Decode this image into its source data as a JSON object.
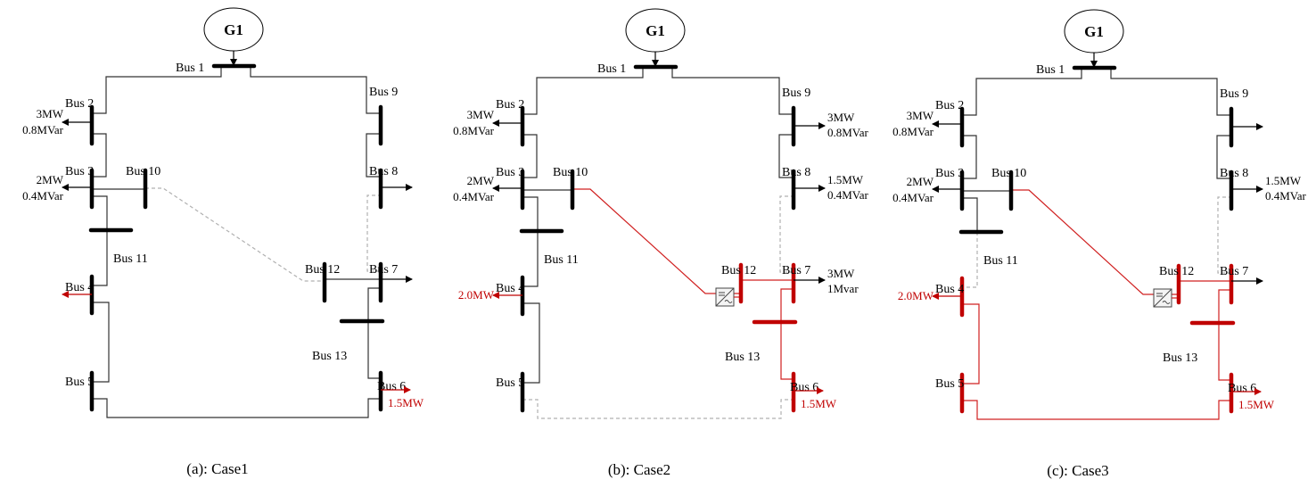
{
  "colors": {
    "normal": "#000000",
    "highlight": "#c00000",
    "dashed": "#b0b0b0",
    "line_normal": "#333333",
    "line_red": "#d02020"
  },
  "bus_labels": {
    "1": "Bus 1",
    "2": "Bus 2",
    "3": "Bus 3",
    "4": "Bus 4",
    "5": "Bus 5",
    "6": "Bus 6",
    "7": "Bus 7",
    "8": "Bus 8",
    "9": "Bus 9",
    "10": "Bus 10",
    "11": "Bus 11",
    "12": "Bus 12",
    "13": "Bus 13"
  },
  "cases": [
    {
      "caption": "(a):  Case1",
      "generator": "G1",
      "converter_at_bus12": false,
      "red_buses": [],
      "lines": {
        "1-2": "normal",
        "1-9": "normal",
        "2-3": "normal",
        "3-10": "normal",
        "3-11": "normal",
        "11-4": "normal",
        "4-5": "normal",
        "5-6": "normal",
        "6-13": "normal",
        "13-7": "normal",
        "12-7": "normal",
        "10-12": "dashed",
        "7-8": "dashed",
        "8-9": "normal"
      },
      "loads": [
        {
          "bus": "2",
          "lines": [
            "3MW",
            "0.8MVar"
          ],
          "red": false
        },
        {
          "bus": "3",
          "lines": [
            "2MW",
            "0.4MVar"
          ],
          "red": false
        },
        {
          "bus": "4",
          "lines": [],
          "red": true
        },
        {
          "bus": "6",
          "lines": [
            "1.5MW"
          ],
          "red": true
        },
        {
          "bus": "7",
          "lines": [],
          "red": false
        },
        {
          "bus": "8",
          "lines": [],
          "red": false
        }
      ]
    },
    {
      "caption": "(b):  Case2",
      "generator": "G1",
      "converter_at_bus12": true,
      "red_buses": [
        "12",
        "7",
        "13",
        "6"
      ],
      "lines": {
        "1-2": "normal",
        "1-9": "normal",
        "2-3": "normal",
        "3-10": "normal",
        "3-11": "normal",
        "11-4": "normal",
        "4-5": "normal",
        "5-6": "dashed",
        "6-13": "red",
        "13-7": "red",
        "12-7": "red",
        "10-12": "red",
        "7-8": "dashed",
        "8-9": "normal"
      },
      "loads": [
        {
          "bus": "2",
          "lines": [
            "3MW",
            "0.8MVar"
          ],
          "red": false
        },
        {
          "bus": "3",
          "lines": [
            "2MW",
            "0.4MVar"
          ],
          "red": false
        },
        {
          "bus": "4",
          "lines": [
            "2.0MW"
          ],
          "red": true
        },
        {
          "bus": "6",
          "lines": [
            "1.5MW"
          ],
          "red": true
        },
        {
          "bus": "7",
          "lines": [
            "3MW",
            "1Mvar"
          ],
          "red": false
        },
        {
          "bus": "8",
          "lines": [
            "1.5MW",
            "0.4MVar"
          ],
          "red": false
        },
        {
          "bus": "9",
          "lines": [
            "3MW",
            "0.8MVar"
          ],
          "red": false
        }
      ]
    },
    {
      "caption": "(c):  Case3",
      "generator": "G1",
      "converter_at_bus12": true,
      "red_buses": [
        "4",
        "5",
        "6",
        "13",
        "7",
        "12"
      ],
      "lines": {
        "1-2": "normal",
        "1-9": "normal",
        "2-3": "normal",
        "3-10": "normal",
        "3-11": "normal",
        "11-4": "dashed",
        "4-5": "red",
        "5-6": "red",
        "6-13": "red",
        "13-7": "red",
        "12-7": "red",
        "10-12": "red",
        "7-8": "dashed",
        "8-9": "normal"
      },
      "loads": [
        {
          "bus": "2",
          "lines": [
            "3MW",
            "0.8MVar"
          ],
          "red": false
        },
        {
          "bus": "3",
          "lines": [
            "2MW",
            "0.4MVar"
          ],
          "red": false
        },
        {
          "bus": "4",
          "lines": [
            "2.0MW"
          ],
          "red": true
        },
        {
          "bus": "6",
          "lines": [
            "1.5MW"
          ],
          "red": true
        },
        {
          "bus": "7",
          "lines": [],
          "red": false
        },
        {
          "bus": "8",
          "lines": [
            "1.5MW",
            "0.4MVar"
          ],
          "red": false
        },
        {
          "bus": "9",
          "lines": [],
          "red": false
        }
      ]
    }
  ]
}
